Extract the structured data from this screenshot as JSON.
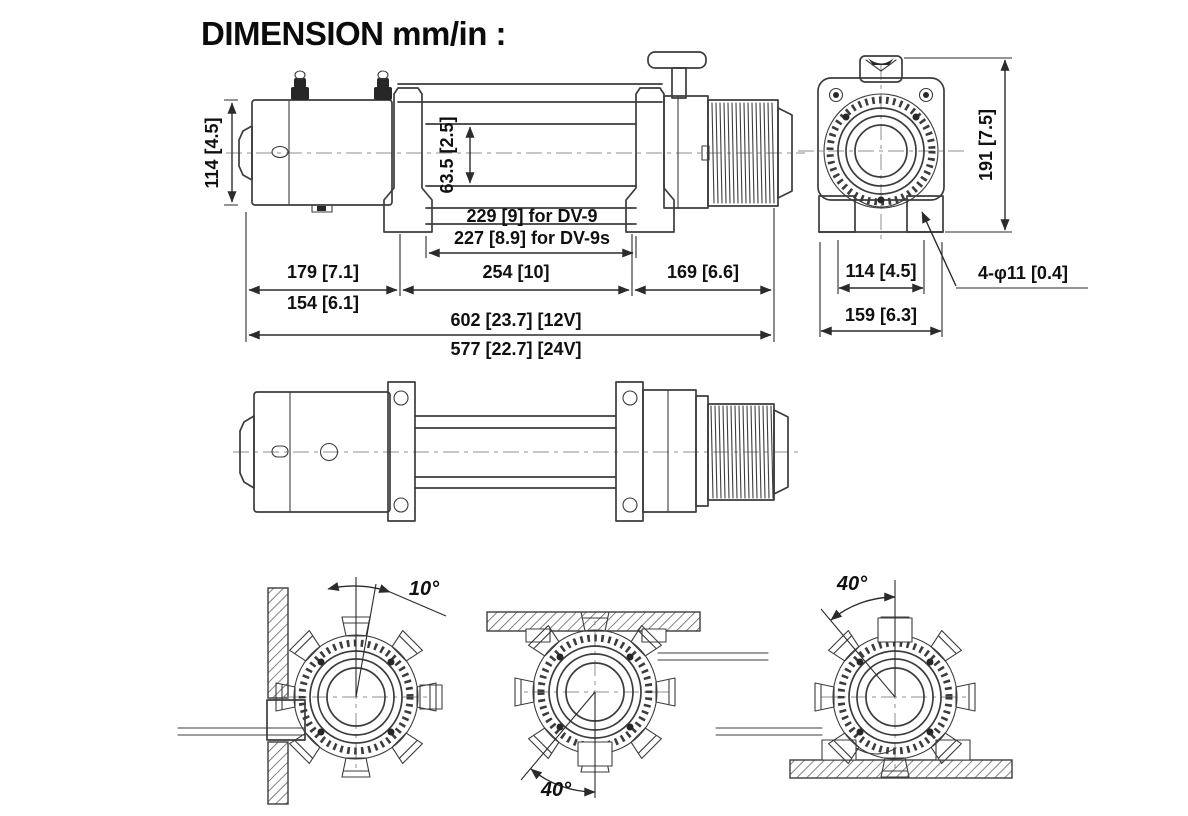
{
  "title": "DIMENSION mm/in :",
  "side_view": {
    "dim_height": "114 [4.5]",
    "dim_drum_diameter": "63.5 [2.5]",
    "dim_drum_length_dv9": "229 [9] for DV-9",
    "dim_drum_length_dv9s": "227 [8.9] for DV-9s",
    "dim_motor_length": "179 [7.1]",
    "dim_frame_length": "254 [10]",
    "dim_clutch_length": "169 [6.6]",
    "dim_motor_length_alt": "154 [6.1]",
    "dim_overall_length_12v": "602 [23.7] [12V]",
    "dim_overall_length_24v": "577 [22.7] [24V]"
  },
  "front_view": {
    "dim_height": "191 [7.5]",
    "dim_bolt_spacing": "114 [4.5]",
    "dim_bolt_holes": "4-φ11 [0.4]",
    "dim_width": "159 [6.3]"
  },
  "mounting_views": {
    "wall_mount_angle": "10°",
    "ceiling_mount_angle": "40°",
    "floor_mount_angle": "40°"
  },
  "colors": {
    "line": "#3c3c3c",
    "text": "#101010",
    "background": "#ffffff"
  }
}
